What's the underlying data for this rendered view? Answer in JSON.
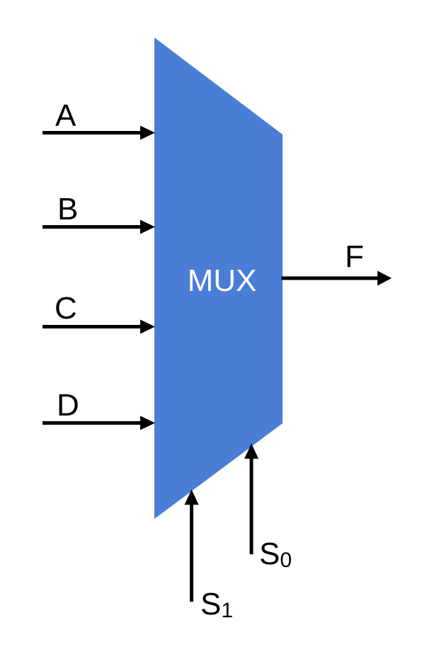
{
  "colors": {
    "background": "#ffffff",
    "mux_fill": "#4a7dd6",
    "arrow": "#000000",
    "label_text": "#000000",
    "mux_label_text": "#ffffff"
  },
  "mux": {
    "label": "MUX"
  },
  "inputs": [
    {
      "label": "A"
    },
    {
      "label": "B"
    },
    {
      "label": "C"
    },
    {
      "label": "D"
    }
  ],
  "output": {
    "label": "F"
  },
  "selects": [
    {
      "base": "S",
      "subscript": "1"
    },
    {
      "base": "S",
      "subscript": "0"
    }
  ]
}
